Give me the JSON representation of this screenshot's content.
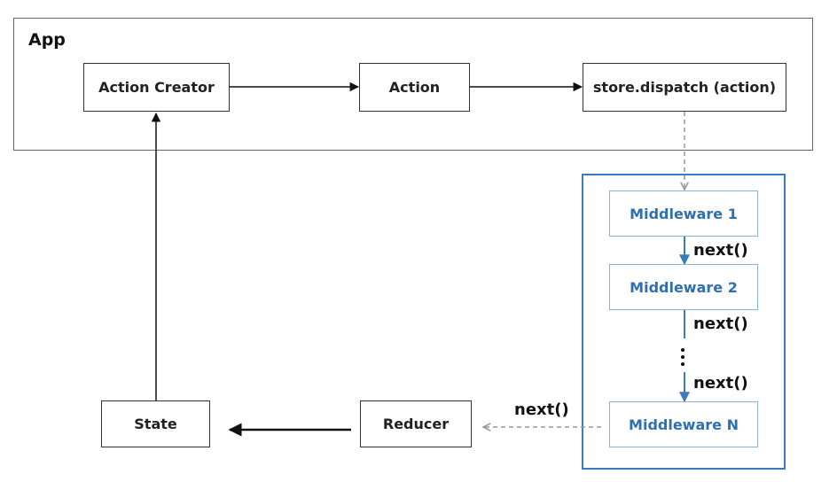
{
  "app": {
    "label": "App"
  },
  "nodes": {
    "action_creator": "Action Creator",
    "action": "Action",
    "dispatch": "store.dispatch (action)",
    "middleware_1": "Middleware 1",
    "middleware_2": "Middleware 2",
    "middleware_n": "Middleware N",
    "reducer": "Reducer",
    "state": "State"
  },
  "edge_labels": {
    "next_1": "next()",
    "next_2": "next()",
    "next_3": "next()",
    "next_to_reducer": "next()"
  },
  "colors": {
    "middleware_border": "#3a7bbf",
    "middleware_text": "#2e6fb0",
    "dashed_arrow": "#999999"
  }
}
